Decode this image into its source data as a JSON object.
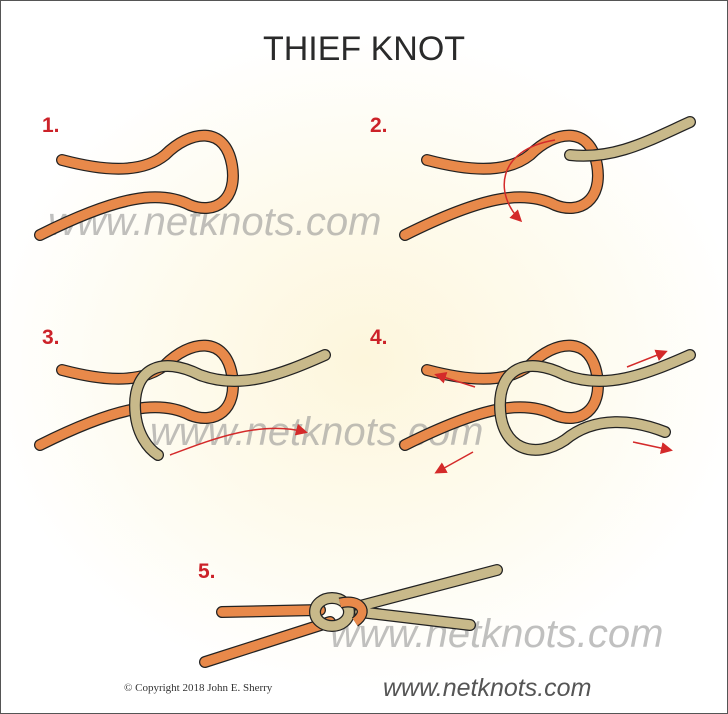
{
  "title": "THIEF KNOT",
  "steps": [
    "1.",
    "2.",
    "3.",
    "4.",
    "5."
  ],
  "watermarks": [
    "www.netknots.com",
    "www.netknots.com",
    "www.netknots.com"
  ],
  "footer": {
    "copyright": "© Copyright  2018  John E. Sherry",
    "site": "www.netknots.com"
  },
  "colors": {
    "rope_primary": "#e8894a",
    "rope_secondary": "#c8b98a",
    "arrow": "#d42a2a",
    "step_label": "#cc2229"
  }
}
